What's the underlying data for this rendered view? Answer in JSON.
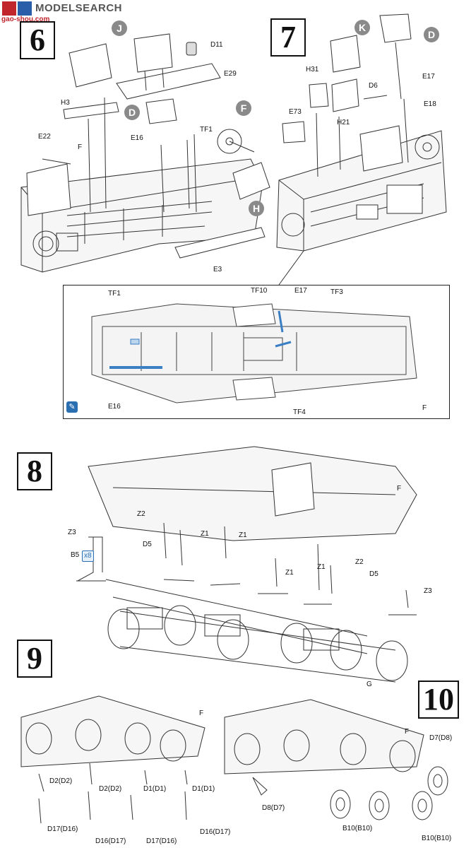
{
  "watermark": {
    "brand": "MODELSEARCH",
    "url": "gao-shou.com"
  },
  "steps": {
    "s6": "6",
    "s7": "7",
    "s8": "8",
    "s9": "9",
    "s10": "10"
  },
  "callouts6": {
    "J": "J",
    "D": "D",
    "F": "F",
    "H": "H",
    "d11": "D11",
    "e29": "E29",
    "h3": "H3",
    "e22": "E22",
    "f": "F",
    "e16": "E16",
    "tf1": "TF1",
    "e3": "E3"
  },
  "callouts7": {
    "K": "K",
    "D": "D",
    "h31": "H31",
    "d6": "D6",
    "e17": "E17",
    "e18": "E18",
    "e73": "E73",
    "h21": "H21"
  },
  "inset": {
    "tf1": "TF1",
    "tf10": "TF10",
    "e17": "E17",
    "tf3": "TF3",
    "e16": "E16",
    "tf4": "TF4",
    "f": "F"
  },
  "callouts8": {
    "f": "F",
    "z2a": "Z2",
    "z3a": "Z3",
    "z1a": "Z1",
    "z1b": "Z1",
    "d5a": "D5",
    "b5": "B5",
    "x8": "x8",
    "z1c": "Z1",
    "z1d": "Z1",
    "z2b": "Z2",
    "d5b": "D5",
    "z3b": "Z3",
    "g": "G"
  },
  "callouts9": {
    "f": "F",
    "d2a": "D2(D2)",
    "d2b": "D2(D2)",
    "d1a": "D1(D1)",
    "d1b": "D1(D1)",
    "d17a": "D17(D16)",
    "d16a": "D16(D17)",
    "d17b": "D17(D16)",
    "d16b": "D16(D17)"
  },
  "callouts10": {
    "f": "F",
    "d7": "D7(D8)",
    "d8": "D8(D7)",
    "b10a": "B10(B10)",
    "b10b": "B10(B10)"
  }
}
